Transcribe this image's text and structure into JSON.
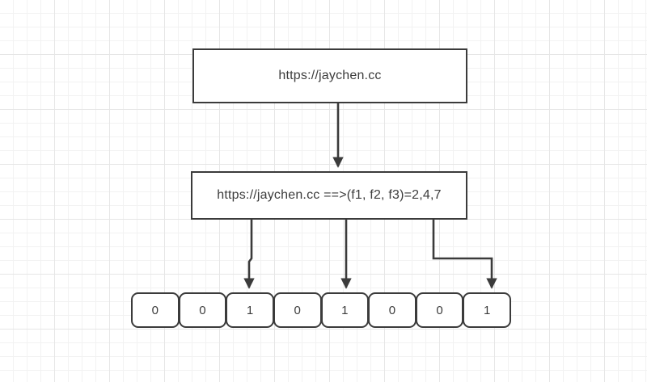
{
  "diagram": {
    "title": "bloom-filter-hash-mapping",
    "stroke_color": "#3b3b3b",
    "text_color": "#3c3c3c",
    "background_color": "#ffffff",
    "grid_minor_color": "#f2f2f2",
    "grid_major_color": "#e6e6e6"
  },
  "nodes": {
    "url_box": {
      "label": "https://jaychen.cc"
    },
    "hash_box": {
      "label": "https://jaychen.cc ==>(f1, f2, f3)=2,4,7"
    }
  },
  "bit_array": {
    "name": "bit-array",
    "cells": [
      {
        "index": 0,
        "value": "0"
      },
      {
        "index": 1,
        "value": "0"
      },
      {
        "index": 2,
        "value": "1"
      },
      {
        "index": 3,
        "value": "0"
      },
      {
        "index": 4,
        "value": "1"
      },
      {
        "index": 5,
        "value": "0"
      },
      {
        "index": 6,
        "value": "0"
      },
      {
        "index": 7,
        "value": "1"
      }
    ]
  },
  "connectors": [
    {
      "name": "url-to-hash",
      "from": "url_box",
      "to": "hash_box",
      "style": "straight-down"
    },
    {
      "name": "hash-to-bit-2",
      "from": "hash_box",
      "to": "bit_cell_2",
      "style": "jogged-down"
    },
    {
      "name": "hash-to-bit-4",
      "from": "hash_box",
      "to": "bit_cell_4",
      "style": "straight-down"
    },
    {
      "name": "hash-to-bit-7",
      "from": "hash_box",
      "to": "bit_cell_7",
      "style": "elbow-right-down"
    }
  ]
}
